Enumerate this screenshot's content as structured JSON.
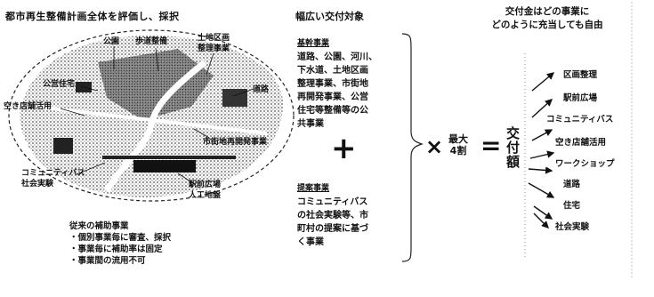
{
  "left": {
    "title": "都市再生整備計画全体を評価し、採択",
    "labels": {
      "park": "公園",
      "road_maintenance": "歩道整備",
      "land_readjustment_1": "土地区画",
      "land_readjustment_2": "整理事業",
      "public_housing": "公営住宅",
      "road": "道路",
      "vacant_store": "空き店舗活用",
      "urban_redevelopment": "市街地再開発事業",
      "community_bus_1": "コミュニティバス",
      "community_bus_2": "社会実験",
      "station_plaza_1": "駅前広場",
      "station_plaza_2": "人工地盤"
    },
    "notes": {
      "header": "従来の補助事業",
      "items": [
        "・個別事業毎に審査、採択",
        "・事業毎に補助率は固定",
        "・事業間の流用不可"
      ]
    }
  },
  "middle": {
    "title": "幅広い交付対象",
    "core": {
      "header": "基幹事業",
      "lines": [
        "道路、公園、河川、",
        "下水道、土地区画",
        "整理事業、市街地",
        "再開発事業、公営",
        "住宅等整備等の公",
        "共事業"
      ]
    },
    "plus": "+",
    "proposal": {
      "header": "提案事業",
      "lines": [
        "コミュニティバス",
        "の社会実験等、市",
        "町村の提案に基づ",
        "く事業"
      ]
    }
  },
  "formula": {
    "times": "×",
    "max_1": "最大",
    "max_2": "4割",
    "equals": "=",
    "result": "交付額"
  },
  "right": {
    "title_1": "交付金はどの事業に",
    "title_2": "どのように充当しても自由",
    "items": [
      "区画整理",
      "駅前広場",
      "コミュニティバス",
      "空き店舗活用",
      "ワークショップ",
      "道路",
      "住宅",
      "社会実験"
    ]
  }
}
